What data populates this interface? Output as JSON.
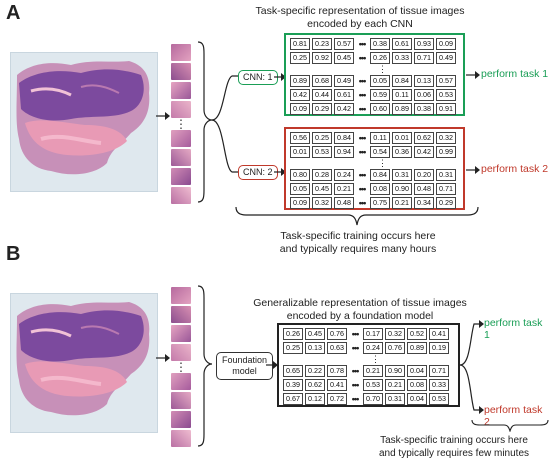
{
  "panels": {
    "a": "A",
    "b": "B"
  },
  "colors": {
    "green": "#1a9e56",
    "red": "#c0392b",
    "slide_pink": "#e49ab3",
    "slide_purple": "#7a4a9a"
  },
  "section_a": {
    "caption_lines": [
      "Task-specific representation of tissue images",
      "encoded by each CNN"
    ],
    "cnn1_label": "CNN: 1",
    "cnn2_label": "CNN: 2",
    "task1": "perform task 1",
    "task2": "perform task 2",
    "dots": "•••",
    "vdots": "⋮",
    "matrix1": {
      "rows": [
        [
          "0.81",
          "0.23",
          "0.57",
          "0.38",
          "0.61",
          "0.93",
          "0.09"
        ],
        [
          "0.25",
          "0.92",
          "0.45",
          "0.26",
          "0.33",
          "0.71",
          "0.49"
        ],
        [
          "0.89",
          "0.68",
          "0.49",
          "0.05",
          "0.84",
          "0.13",
          "0.57"
        ],
        [
          "0.42",
          "0.44",
          "0.61",
          "0.59",
          "0.11",
          "0.06",
          "0.53"
        ],
        [
          "0.09",
          "0.29",
          "0.42",
          "0.60",
          "0.89",
          "0.38",
          "0.91"
        ]
      ]
    },
    "matrix2": {
      "rows": [
        [
          "0.56",
          "0.25",
          "0.84",
          "0.11",
          "0.01",
          "0.62",
          "0.32"
        ],
        [
          "0.01",
          "0.53",
          "0.94",
          "0.54",
          "0.36",
          "0.42",
          "0.99"
        ],
        [
          "0.80",
          "0.28",
          "0.24",
          "0.84",
          "0.31",
          "0.20",
          "0.31"
        ],
        [
          "0.05",
          "0.45",
          "0.21",
          "0.08",
          "0.90",
          "0.48",
          "0.71"
        ],
        [
          "0.09",
          "0.32",
          "0.48",
          "0.75",
          "0.21",
          "0.34",
          "0.29"
        ]
      ]
    },
    "footer_lines": [
      "Task-specific training occurs here",
      "and typically requires many hours"
    ]
  },
  "section_b": {
    "caption_lines": [
      "Generalizable representation of tissue images",
      "encoded by a foundation model"
    ],
    "model_label_lines": [
      "Foundation",
      "model"
    ],
    "task1": "perform task 1",
    "task2": "perform task 2",
    "dots": "•••",
    "vdots": "⋮",
    "matrix": {
      "rows": [
        [
          "0.26",
          "0.45",
          "0.76",
          "0.17",
          "0.32",
          "0.52",
          "0.41"
        ],
        [
          "0.25",
          "0.13",
          "0.63",
          "0.24",
          "0.76",
          "0.89",
          "0.19"
        ],
        [
          "0.65",
          "0.22",
          "0.78",
          "0.21",
          "0.90",
          "0.04",
          "0.71"
        ],
        [
          "0.39",
          "0.62",
          "0.41",
          "0.53",
          "0.21",
          "0.08",
          "0.33"
        ],
        [
          "0.67",
          "0.12",
          "0.72",
          "0.70",
          "0.31",
          "0.04",
          "0.53"
        ]
      ]
    },
    "footer_lines": [
      "Task-specific training occurs here",
      "and typically requires few minutes"
    ]
  }
}
